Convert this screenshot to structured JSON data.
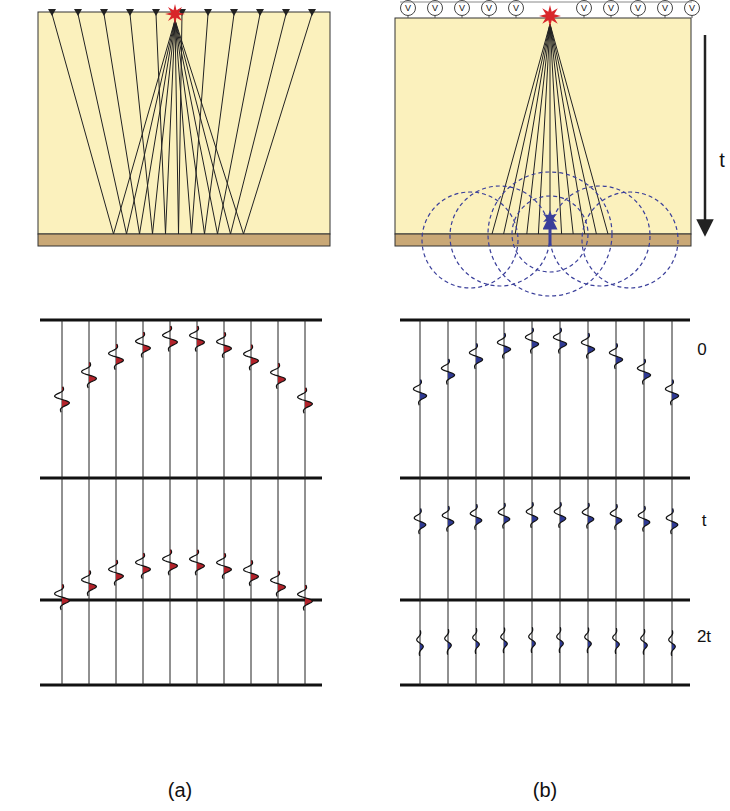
{
  "diagram": {
    "labels": [
      "V",
      "V",
      "V",
      "V",
      "V",
      "V",
      "V",
      "V",
      "V",
      "V",
      "t",
      "0",
      "t",
      "2t",
      "(a)",
      "(b)"
    ]
  }
}
